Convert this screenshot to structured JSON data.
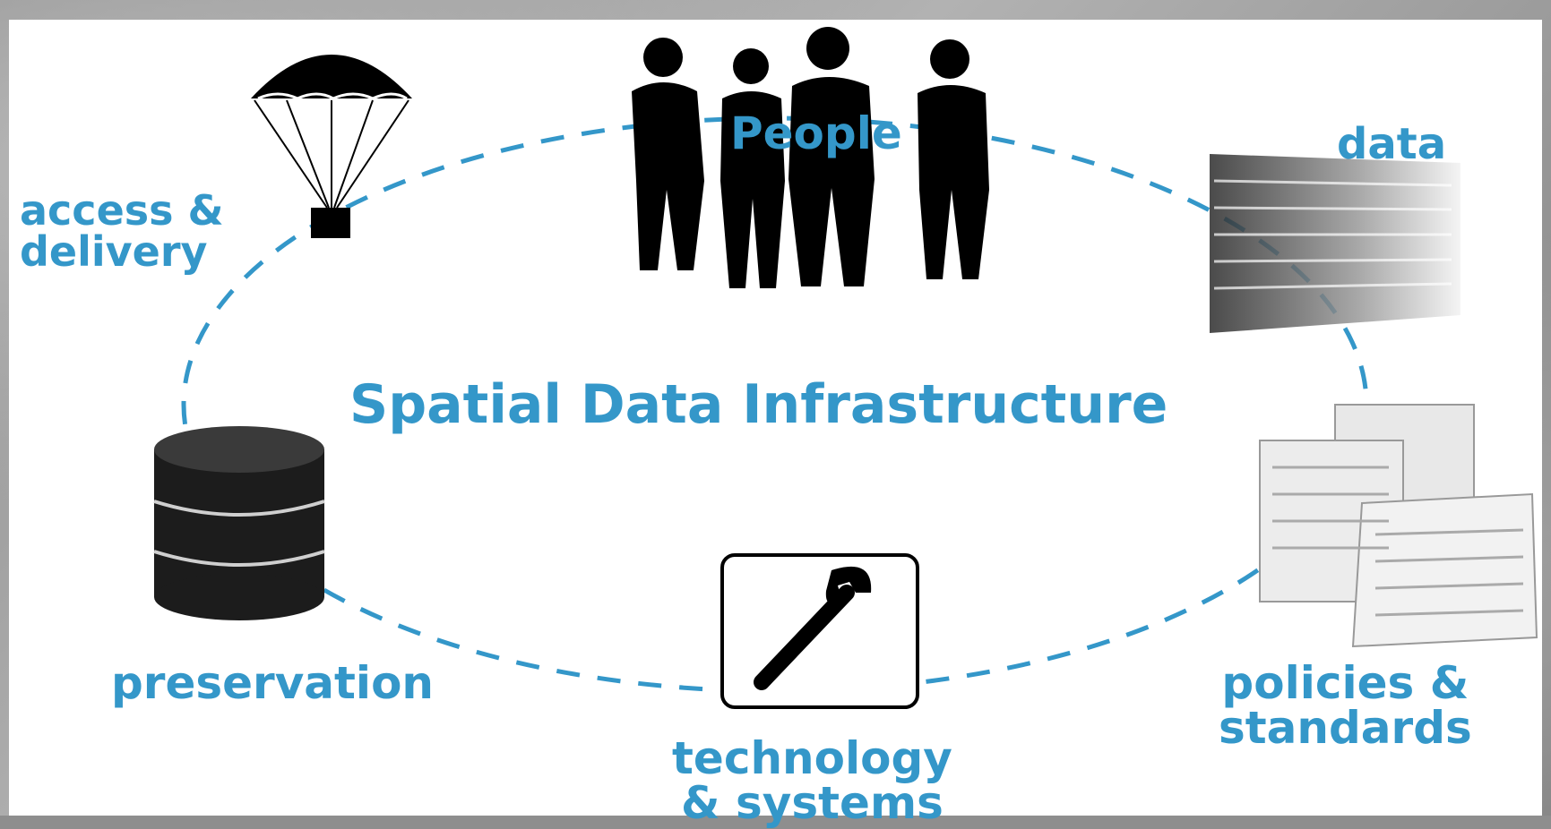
{
  "diagram": {
    "center_title": "Spatial Data Infrastructure",
    "nodes": {
      "people": "People",
      "data": "data",
      "access_line1": "access &",
      "access_line2": "delivery",
      "preservation": "preservation",
      "technology_line1": "technology",
      "technology_line2": "& systems",
      "policies_line1": "policies &",
      "policies_line2": "standards"
    }
  },
  "colors": {
    "label_blue": "#3497c9",
    "ring_dash": "#3497c9",
    "top_caption": "#1d2bd8"
  },
  "icons": [
    "people-silhouette-icon",
    "parachute-icon",
    "data-wall-icon",
    "database-icon",
    "wrench-icon",
    "documents-icon"
  ]
}
